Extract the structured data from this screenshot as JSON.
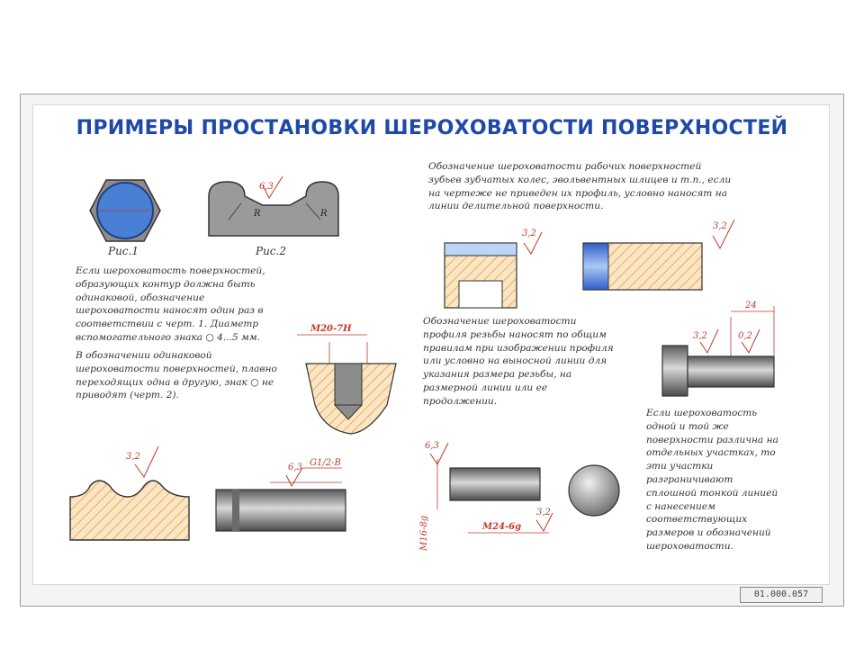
{
  "poster": {
    "title": "ПРИМЕРЫ ПРОСТАНОВКИ ШЕРОХОВАТОСТИ ПОВЕРХНОСТЕЙ",
    "fig1_caption": "Рис.1",
    "fig2_caption": "Рис.2",
    "para_left_1": "Если шероховатость поверхностей, образующих контур должна быть одинаковой, обозначение шероховатости наносят один раз в соответствии с черт. 1. Диаметр вспомогательного знака ○ 4...5 мм.",
    "para_left_2": "В обозначении одинаковой шероховатости поверхностей, плавно переходящих одна в другую, знак ○ не приводят (черт. 2).",
    "para_top_right": "Обозначение шероховатости рабочих поверхностей зубьев зубчатых колес, эвольвентных шлицев и т.п., если на чертеже не приведен их профиль, условно наносят на линии делительной поверхности.",
    "para_mid": "Обозначение шероховатости профиля резьбы наносят по общим правилам при изображении профиля или условно на выносной линии для указания размера резьбы, на размерной линии или ее продолжении.",
    "para_right": "Если шероховатость одной и той же поверхности различна на отдельных участках, то эти участки разграничивают сплошной тонкой линией с нанесением соответствующих размеров и обозначений шероховатости.",
    "labels": {
      "fig2_value": "6,3",
      "R": "R",
      "tooth_value": "3,2",
      "thread_top": "М20-7Н",
      "gear_value": "3,2",
      "gear_left": "3,2",
      "stud_values": [
        "3,2",
        "0,2"
      ],
      "stud_dim": "24",
      "mid_bottom_thread": "G1/2-B",
      "mid_bottom_value": "6,3",
      "bolt_value": "6,3",
      "bolt_thread": "М24-6g",
      "bolt_rough": "3,2",
      "bolt_vertical": "М16-8g"
    },
    "code": "01.000.057"
  }
}
